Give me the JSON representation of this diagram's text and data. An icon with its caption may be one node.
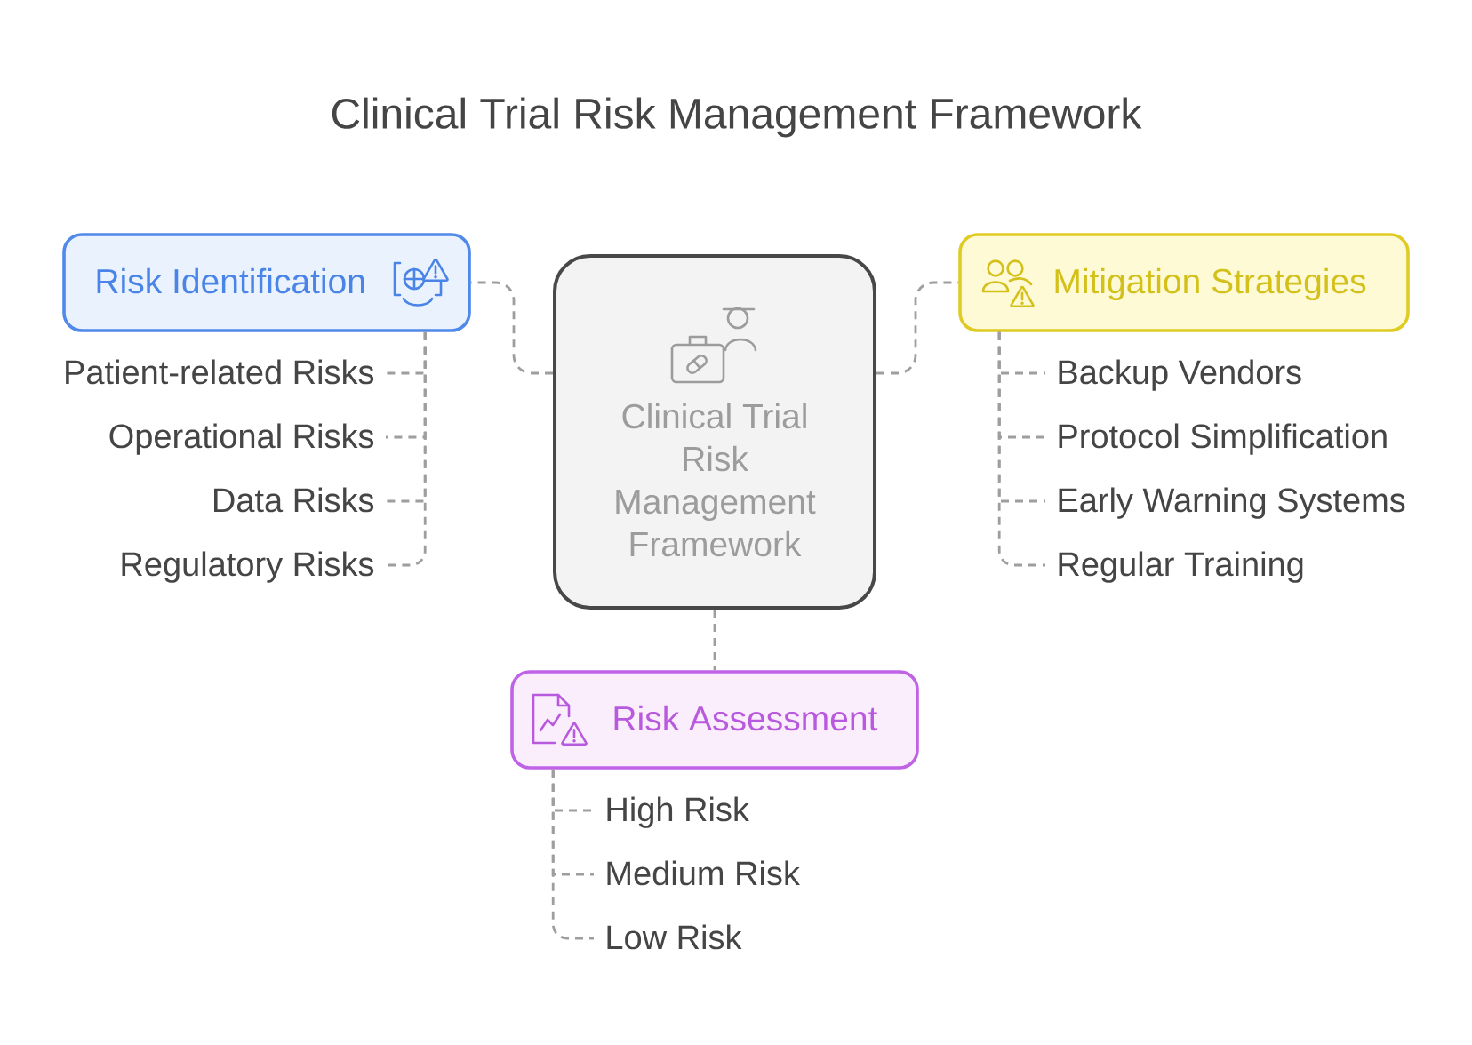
{
  "diagram": {
    "title": "Clinical Trial Risk Management Framework",
    "nodes": [
      {
        "text": [
          "Clinical Trial Risk Management Framework"
        ]
      },
      {
        "text": [
          "Risk Identification"
        ]
      },
      {
        "text": [
          "Patient-related Risks"
        ]
      },
      {
        "text": [
          "Operational Risks"
        ]
      },
      {
        "text": [
          "Data Risks"
        ]
      },
      {
        "text": [
          "Regulatory Risks"
        ]
      },
      {
        "text": [
          "Mitigation Strategies"
        ]
      },
      {
        "text": [
          "Backup Vendors"
        ]
      },
      {
        "text": [
          "Protocol Simplification"
        ]
      },
      {
        "text": [
          "Early Warning Systems"
        ]
      },
      {
        "text": [
          "Regular Training"
        ]
      },
      {
        "text": [
          "Risk Assessment"
        ]
      },
      {
        "text": [
          "High Risk"
        ]
      },
      {
        "text": [
          "Medium Risk"
        ]
      },
      {
        "text": [
          "Low Risk"
        ]
      }
    ],
    "edges": [
      {
        "from": 0,
        "to": 1,
        "arrow": "none",
        "style": "dashed"
      },
      {
        "from": 0,
        "to": 6,
        "arrow": "none",
        "style": "dashed"
      },
      {
        "from": 0,
        "to": 11,
        "arrow": "none",
        "style": "dashed"
      },
      {
        "from": 1,
        "to": 2,
        "arrow": "none",
        "style": "dashed"
      },
      {
        "from": 1,
        "to": 3,
        "arrow": "none",
        "style": "dashed"
      },
      {
        "from": 1,
        "to": 4,
        "arrow": "none",
        "style": "dashed"
      },
      {
        "from": 1,
        "to": 5,
        "arrow": "none",
        "style": "dashed"
      },
      {
        "from": 6,
        "to": 7,
        "arrow": "none",
        "style": "dashed"
      },
      {
        "from": 6,
        "to": 8,
        "arrow": "none",
        "style": "dashed"
      },
      {
        "from": 6,
        "to": 9,
        "arrow": "none",
        "style": "dashed"
      },
      {
        "from": 6,
        "to": 10,
        "arrow": "none",
        "style": "dashed"
      },
      {
        "from": 11,
        "to": 12,
        "arrow": "none",
        "style": "dashed"
      },
      {
        "from": 11,
        "to": 13,
        "arrow": "none",
        "style": "dashed"
      },
      {
        "from": 11,
        "to": 14,
        "arrow": "none",
        "style": "dashed"
      }
    ]
  }
}
